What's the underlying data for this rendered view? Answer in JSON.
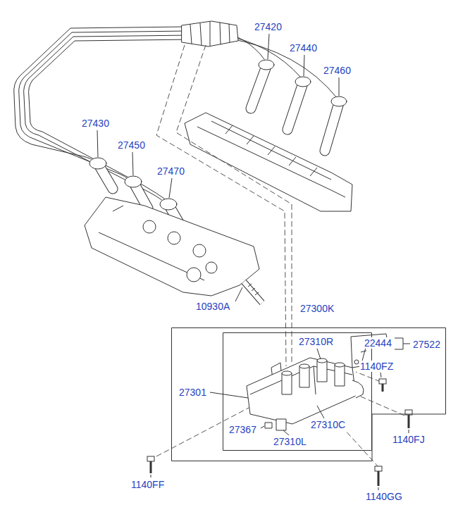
{
  "diagram": {
    "nodes": [
      {
        "text": [
          "27300K"
        ]
      },
      {
        "text": [
          "27301"
        ],
        "in": 0
      }
    ],
    "labels": [
      "27420",
      "27440",
      "27460",
      "27430",
      "27450",
      "27470",
      "10930A",
      "27310R",
      "22444",
      "27522",
      "1140FZ",
      "27367",
      "27310C",
      "27310L",
      "1140FJ",
      "1140FF",
      "1140GG"
    ]
  }
}
